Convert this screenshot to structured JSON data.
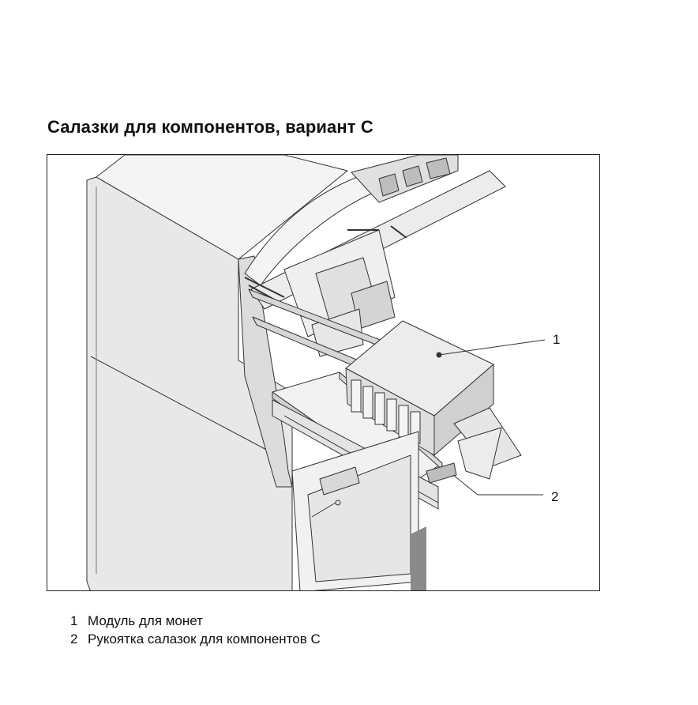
{
  "document": {
    "title": "Салазки для компонентов, вариант C",
    "callouts": [
      {
        "number": "1"
      },
      {
        "number": "2"
      }
    ],
    "legend": [
      {
        "number": "1",
        "text": "Модуль для монет"
      },
      {
        "number": "2",
        "text": "Рукоятка салазок для компонентов C"
      }
    ]
  },
  "colors": {
    "line": "#333333",
    "panel_light": "#f2f2f2",
    "panel_mid": "#e2e2e2",
    "panel_dark": "#cfcfcf",
    "shadow": "#bdbdbd"
  }
}
